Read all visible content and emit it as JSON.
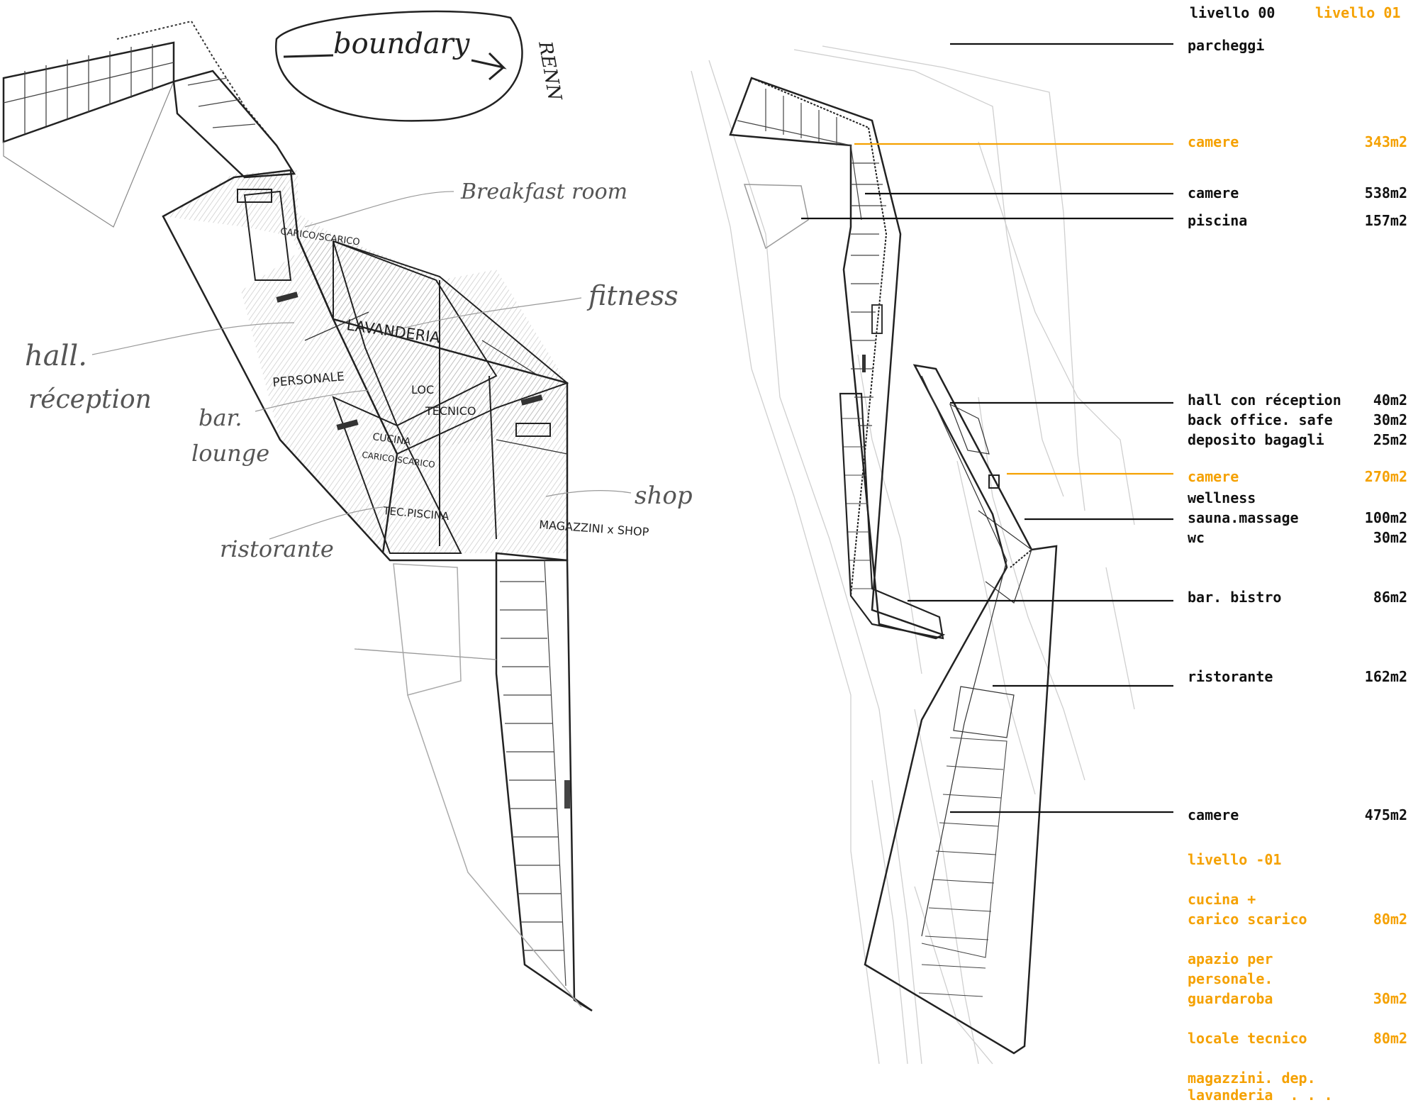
{
  "legend": {
    "level_00": "livello 00",
    "level_01": "livello 01",
    "parking": "parcheggi",
    "rooms_a": {
      "label": "camere",
      "area": "343m2"
    },
    "rooms_b": {
      "label": "camere",
      "area": "538m2"
    },
    "pool": {
      "label": "piscina",
      "area": "157m2"
    },
    "hall": {
      "label": "hall con réception",
      "area": "40m2"
    },
    "back_office": {
      "label": "back office. safe",
      "area": "30m2"
    },
    "luggage": {
      "label": "deposito bagagli",
      "area": "25m2"
    },
    "rooms_c": {
      "label": "camere",
      "area": "270m2"
    },
    "wellness": "wellness",
    "sauna": {
      "label": "sauna.massage",
      "area": "100m2"
    },
    "wc": {
      "label": "wc",
      "area": "30m2"
    },
    "bar": {
      "label": "bar. bistro",
      "area": "86m2"
    },
    "restaurant": {
      "label": "ristorante",
      "area": "162m2"
    },
    "rooms_d": {
      "label": "camere",
      "area": "475m2"
    },
    "level_m01": "livello -01",
    "kitchen_1": "cucina +",
    "kitchen_2": {
      "label": "carico scarico",
      "area": "80m2"
    },
    "staff_1": "apazio per",
    "staff_2": "personale.",
    "staff_3": {
      "label": "guardaroba",
      "area": "30m2"
    },
    "tech": {
      "label": "locale tecnico",
      "area": "80m2"
    },
    "storage_1": "magazzini. dep.",
    "storage_2": "lavanderia  . . ."
  },
  "sketch": {
    "boundary": "boundary",
    "rename": "RENN",
    "breakfast": "Breakfast room",
    "fitness": "fitness",
    "hall": "hall.",
    "reception": "réception",
    "bar": "bar.",
    "lounge": "lounge",
    "ristorante": "ristorante",
    "carico": "CARICO/SCARICO",
    "lavanderia": "LAVANDERIA",
    "personale": "PERSONALE",
    "loc": "LOC",
    "tecnico": "TECNICO",
    "cucina": "CUCINA",
    "carico_scarico": "CARICO SCARICO",
    "tec_piscina": "TEC.PISCINA",
    "shop": "shop",
    "magazzini": "MAGAZZINI x SHOP"
  },
  "colors": {
    "accent": "#f5a100",
    "ink": "#111111",
    "pencil": "#777777"
  }
}
